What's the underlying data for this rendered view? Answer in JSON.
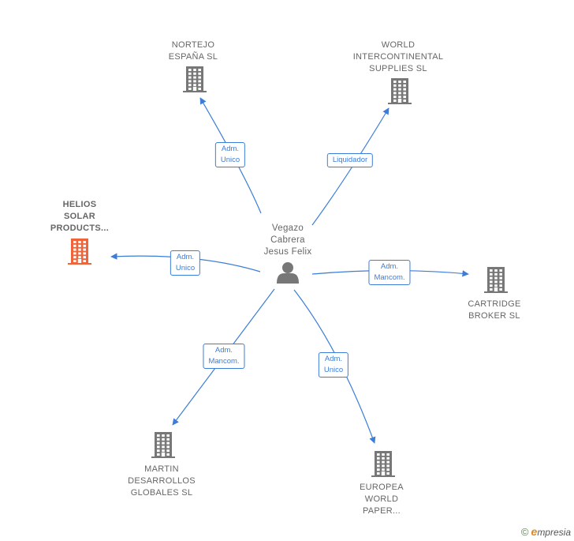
{
  "colors": {
    "company": "#777777",
    "highlight": "#f0643c",
    "person": "#777777",
    "edge": "#3b7dd8"
  },
  "center": {
    "lines": [
      "Vegazo",
      "Cabrera",
      "Jesus Felix"
    ],
    "icon": "person-icon"
  },
  "nodes": [
    {
      "id": "nortejo",
      "lines": [
        "NORTEJO",
        "ESPAÑA  SL"
      ],
      "icon": "building-icon",
      "highlight": false
    },
    {
      "id": "world",
      "lines": [
        "WORLD",
        "INTERCONTINENTAL",
        "SUPPLIES SL"
      ],
      "icon": "building-icon",
      "highlight": false
    },
    {
      "id": "helios",
      "lines": [
        "HELIOS",
        "SOLAR",
        "PRODUCTS..."
      ],
      "icon": "building-icon",
      "highlight": true
    },
    {
      "id": "cartridge",
      "lines": [
        "CARTRIDGE",
        "BROKER SL"
      ],
      "icon": "building-icon",
      "highlight": false
    },
    {
      "id": "martin",
      "lines": [
        "MARTIN",
        "DESARROLLOS",
        "GLOBALES SL"
      ],
      "icon": "building-icon",
      "highlight": false
    },
    {
      "id": "europea",
      "lines": [
        "EUROPEA",
        "WORLD",
        "PAPER..."
      ],
      "icon": "building-icon",
      "highlight": false
    }
  ],
  "edges": [
    {
      "to": "nortejo",
      "lines": [
        "Adm.",
        "Unico"
      ]
    },
    {
      "to": "world",
      "lines": [
        "Liquidador"
      ]
    },
    {
      "to": "helios",
      "lines": [
        "Adm.",
        "Unico"
      ]
    },
    {
      "to": "cartridge",
      "lines": [
        "Adm.",
        "Mancom."
      ]
    },
    {
      "to": "martin",
      "lines": [
        "Adm.",
        "Mancom."
      ]
    },
    {
      "to": "europea",
      "lines": [
        "Adm.",
        "Unico"
      ]
    }
  ],
  "footer": {
    "copyright": "©",
    "brand_initial": "e",
    "brand_rest": "mpresia"
  }
}
